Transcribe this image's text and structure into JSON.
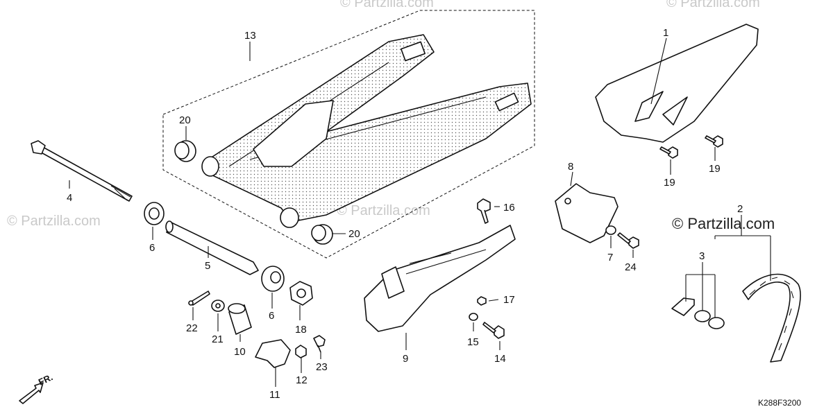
{
  "watermarks": {
    "main": "© Partzilla.com",
    "faint": "© Partzilla.com"
  },
  "diagram_code": "K288F3200",
  "direction_label": "FR.",
  "callouts": {
    "p1": "1",
    "p2": "2",
    "p3": "3",
    "p4": "4",
    "p5": "5",
    "p6a": "6",
    "p6b": "6",
    "p7": "7",
    "p8": "8",
    "p9": "9",
    "p10": "10",
    "p11": "11",
    "p12": "12",
    "p13": "13",
    "p14": "14",
    "p15": "15",
    "p16": "16",
    "p17": "17",
    "p18": "18",
    "p19a": "19",
    "p19b": "19",
    "p20a": "20",
    "p20b": "20",
    "p21": "21",
    "p22": "22",
    "p23": "23",
    "p24": "24"
  },
  "colors": {
    "line": "#111111",
    "watermark": "#c9c9c9",
    "background": "#ffffff"
  }
}
